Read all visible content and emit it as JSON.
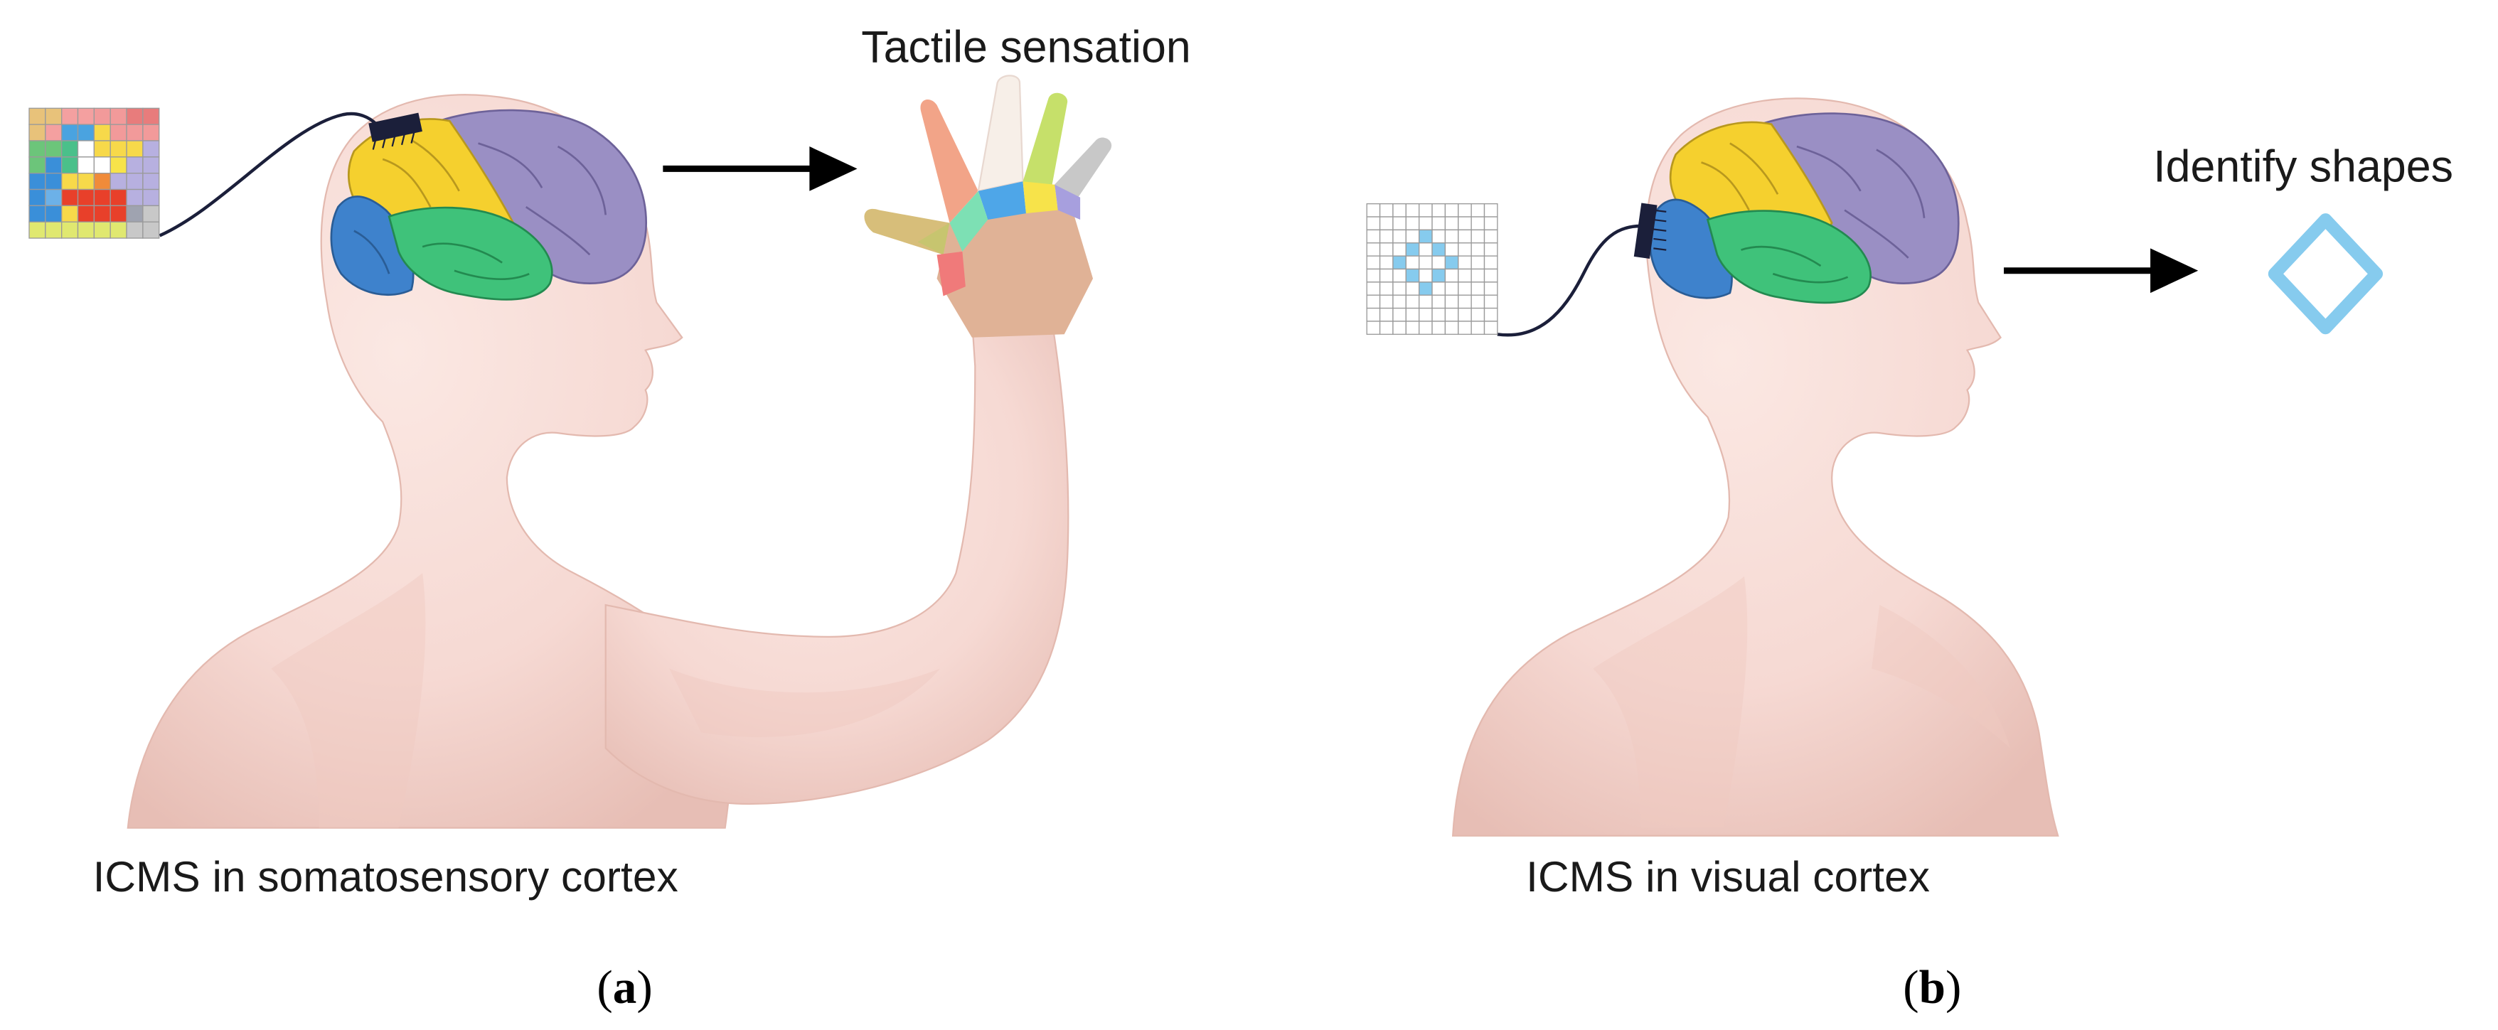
{
  "panel_a": {
    "top_label": "Tactile sensation",
    "bottom_label": "ICMS in somatosensory cortex",
    "panel_letter": "a",
    "pattern_grid": [
      [
        "#e8c27a",
        "#e8c27a",
        "#f4a0a0",
        "#f4a0a0",
        "#f29a9a",
        "#f29a9a",
        "#e87c7c",
        "#e87c7c"
      ],
      [
        "#e8c27a",
        "#f4a0a0",
        "#4aa3e0",
        "#4aa3e0",
        "#f7d94a",
        "#f29a9a",
        "#f29a9a",
        "#f29a9a"
      ],
      [
        "#6cc57a",
        "#6cc57a",
        "#4ac08a",
        "#ffffff",
        "#f7d94a",
        "#f7d94a",
        "#f7d94a",
        "#b7b0e0"
      ],
      [
        "#6cc57a",
        "#3a8fd9",
        "#4ac08a",
        "#ffffff",
        "#ffffff",
        "#f7e34a",
        "#b7b0e0",
        "#b7b0e0"
      ],
      [
        "#3a8fd9",
        "#3a8fd9",
        "#f7d94a",
        "#f7d94a",
        "#f08b3a",
        "#b7b0e0",
        "#b7b0e0",
        "#b7b0e0"
      ],
      [
        "#3a8fd9",
        "#6cb1e8",
        "#e8402a",
        "#e8402a",
        "#e8402a",
        "#e8402a",
        "#b7b0e0",
        "#b7b0e0"
      ],
      [
        "#3a8fd9",
        "#3a8fd9",
        "#f7d94a",
        "#e8402a",
        "#e8402a",
        "#e8402a",
        "#9fa3b0",
        "#c8c8c8"
      ],
      [
        "#e0e870",
        "#e0e870",
        "#e0e870",
        "#e0e870",
        "#e0e870",
        "#e0e870",
        "#c8c8c8",
        "#c8c8c8"
      ]
    ]
  },
  "panel_b": {
    "top_label": "Identify shapes",
    "bottom_label": "ICMS in visual cortex",
    "panel_letter": "b",
    "grid_cells": 10,
    "lit_cells": [
      [
        2,
        4
      ],
      [
        3,
        3
      ],
      [
        3,
        5
      ],
      [
        4,
        2
      ],
      [
        4,
        6
      ],
      [
        5,
        3
      ],
      [
        5,
        5
      ],
      [
        6,
        4
      ]
    ]
  },
  "colors": {
    "skin": "#f6d9d3",
    "skin_shade": "#e7beb5",
    "frontal_lobe": "#f5d02e",
    "parietal_lobe": "#9a8fc4",
    "temporal_lobe": "#3fc27a",
    "occipital_lobe": "#3e82cc",
    "shape_blue": "#86cbee",
    "arrow": "#000000",
    "electrode": "#1b1f3a"
  }
}
